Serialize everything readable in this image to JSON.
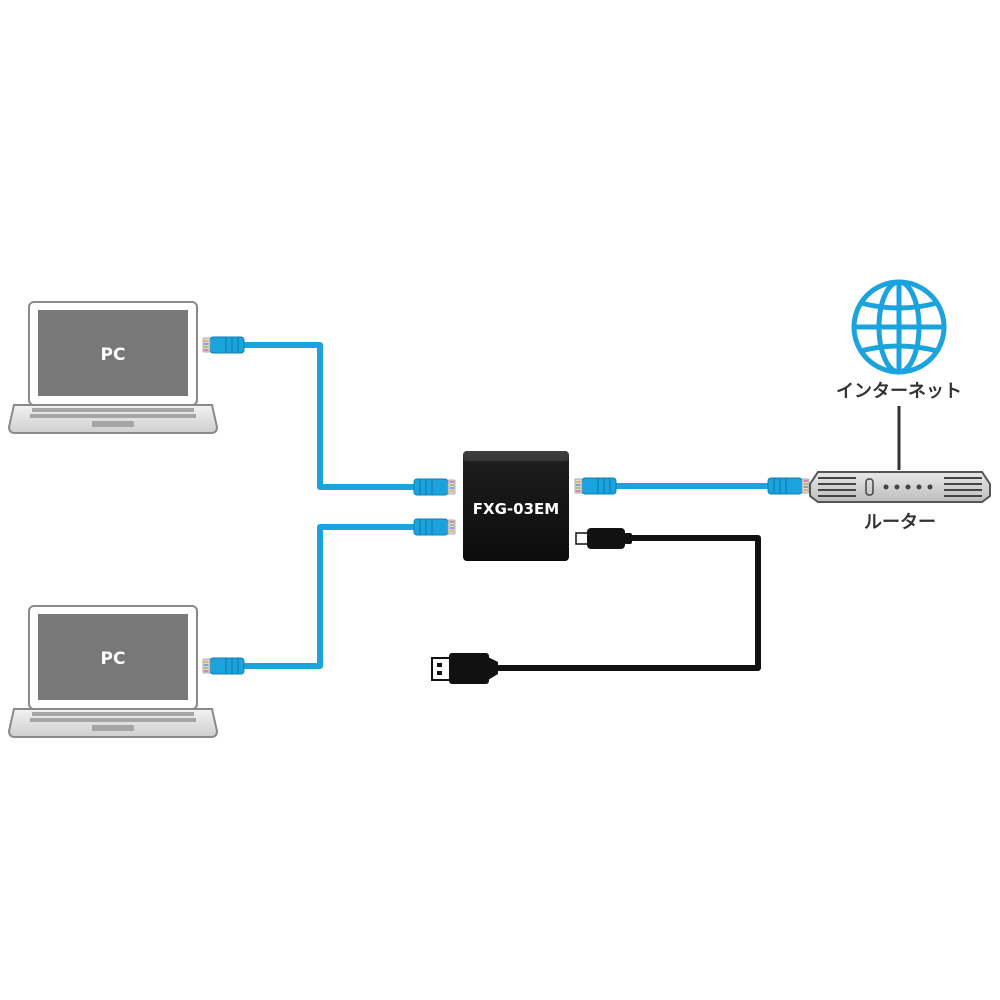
{
  "diagram": {
    "pc_top_label": "PC",
    "pc_bottom_label": "PC",
    "switch_label": "FXG-03EM",
    "internet_label": "インターネット",
    "router_label": "ルーター"
  },
  "colors": {
    "lan_cable": "#1ba3dd",
    "usb_cable": "#111111",
    "laptop_screen": "#777777",
    "switch_body": "#1a1a1a",
    "globe": "#1ba3dd"
  },
  "icons": [
    "laptop-icon",
    "globe-icon",
    "router-icon",
    "switch-box",
    "usb-a-plug-icon",
    "usb-c-plug-icon",
    "rj45-connector-icon"
  ]
}
